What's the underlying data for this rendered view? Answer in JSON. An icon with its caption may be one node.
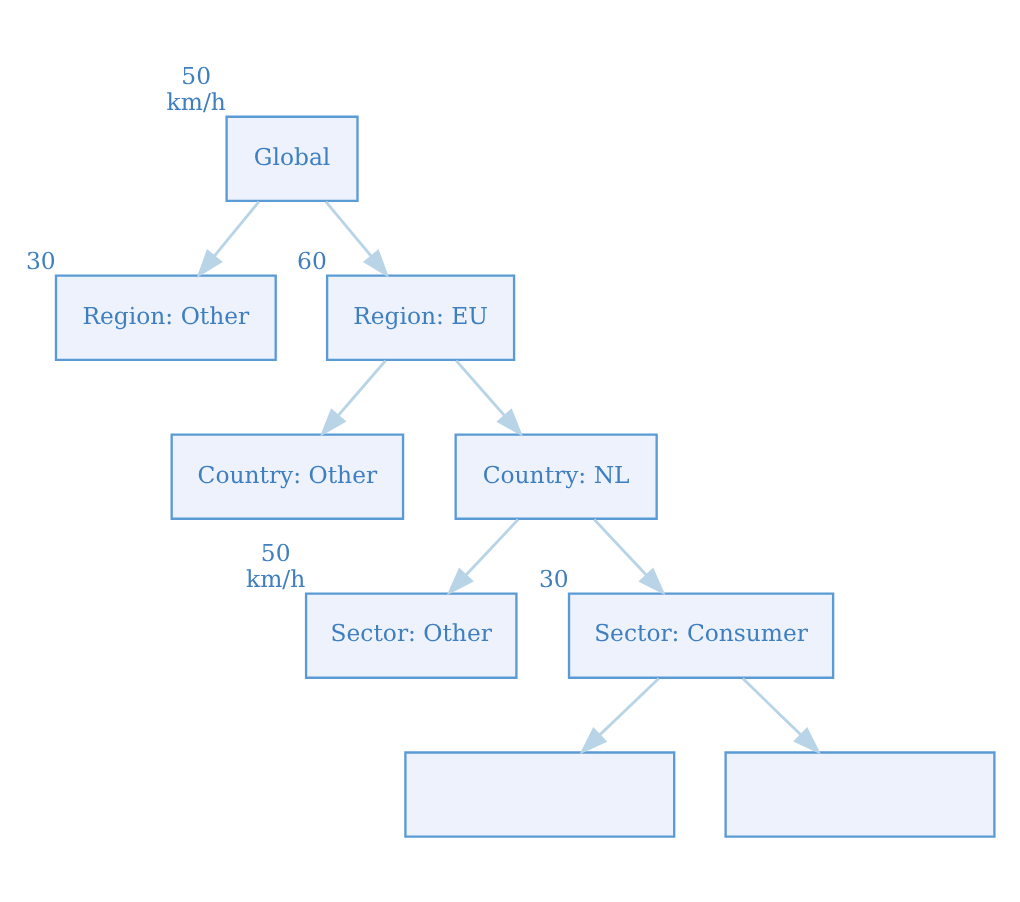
{
  "diagram": {
    "nodes": [
      {
        "text": [
          "Global"
        ],
        "beside": [
          "50",
          "km/h"
        ]
      },
      {
        "text": [
          "Region: Other"
        ],
        "beside": [
          "30"
        ]
      },
      {
        "text": [
          "Region: EU"
        ],
        "beside": [
          "60"
        ]
      },
      {
        "text": [
          "Country: Other"
        ]
      },
      {
        "text": [
          "Country: NL"
        ]
      },
      {
        "text": [
          "Sector: Other"
        ],
        "beside": [
          "50",
          "km/h"
        ]
      },
      {
        "text": [
          "Sector: Consumer"
        ],
        "beside": [
          "30"
        ]
      },
      {
        "text": [],
        "shape": "box"
      },
      {
        "text": [],
        "shape": "box"
      }
    ],
    "edges": [
      {
        "from": 0,
        "to": 1,
        "arrow": "to"
      },
      {
        "from": 0,
        "to": 2,
        "arrow": "to"
      },
      {
        "from": 2,
        "to": 3,
        "arrow": "to"
      },
      {
        "from": 2,
        "to": 4,
        "arrow": "to"
      },
      {
        "from": 4,
        "to": 5,
        "arrow": "to"
      },
      {
        "from": 4,
        "to": 6,
        "arrow": "to"
      },
      {
        "from": 6,
        "to": 7,
        "arrow": "to"
      },
      {
        "from": 6,
        "to": 8,
        "arrow": "to"
      }
    ]
  }
}
